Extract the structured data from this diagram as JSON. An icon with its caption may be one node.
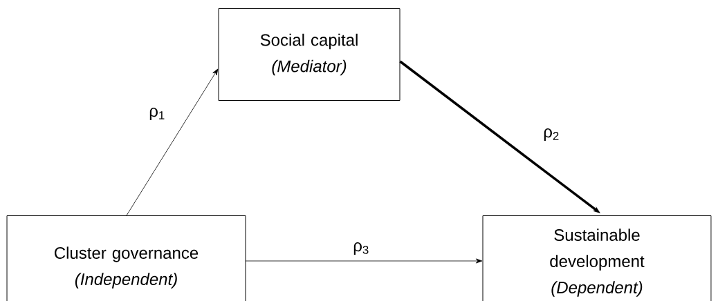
{
  "diagram": {
    "nodes": [
      {
        "text": [
          "Cluster governance",
          "(Independent)"
        ]
      },
      {
        "text": [
          "Social capital",
          "(Mediator)"
        ]
      },
      {
        "text": [
          "Sustainable development",
          "(Dependent)"
        ]
      }
    ],
    "edges": [
      {
        "from": 0,
        "to": 1,
        "arrow": "to",
        "label": "ρ$_{1}$"
      },
      {
        "from": 1,
        "to": 2,
        "arrow": "to",
        "label": "ρ$_{2}$",
        "style": "thick"
      },
      {
        "from": 0,
        "to": 2,
        "arrow": "to",
        "label": "ρ$_{3}$"
      }
    ]
  }
}
